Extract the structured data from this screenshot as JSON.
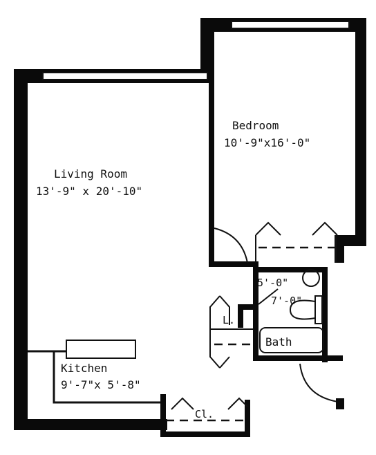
{
  "rooms": {
    "bedroom": {
      "name": "Bedroom",
      "dims": "10'-9\"x16'-0\""
    },
    "living": {
      "name": "Living Room",
      "dims": "13'-9\" x 20'-10\""
    },
    "kitchen": {
      "name": "Kitchen",
      "dims": "9'-7\"x 5'-8\""
    },
    "bath": {
      "name": "Bath"
    },
    "linen": {
      "name": "L."
    },
    "closet": {
      "name": "Cl."
    },
    "hall": {
      "dims_a": "5'-0\"",
      "dims_b": "7'-0\""
    }
  },
  "colors": {
    "wall": "#0a0a0a",
    "background": "#ffffff"
  }
}
